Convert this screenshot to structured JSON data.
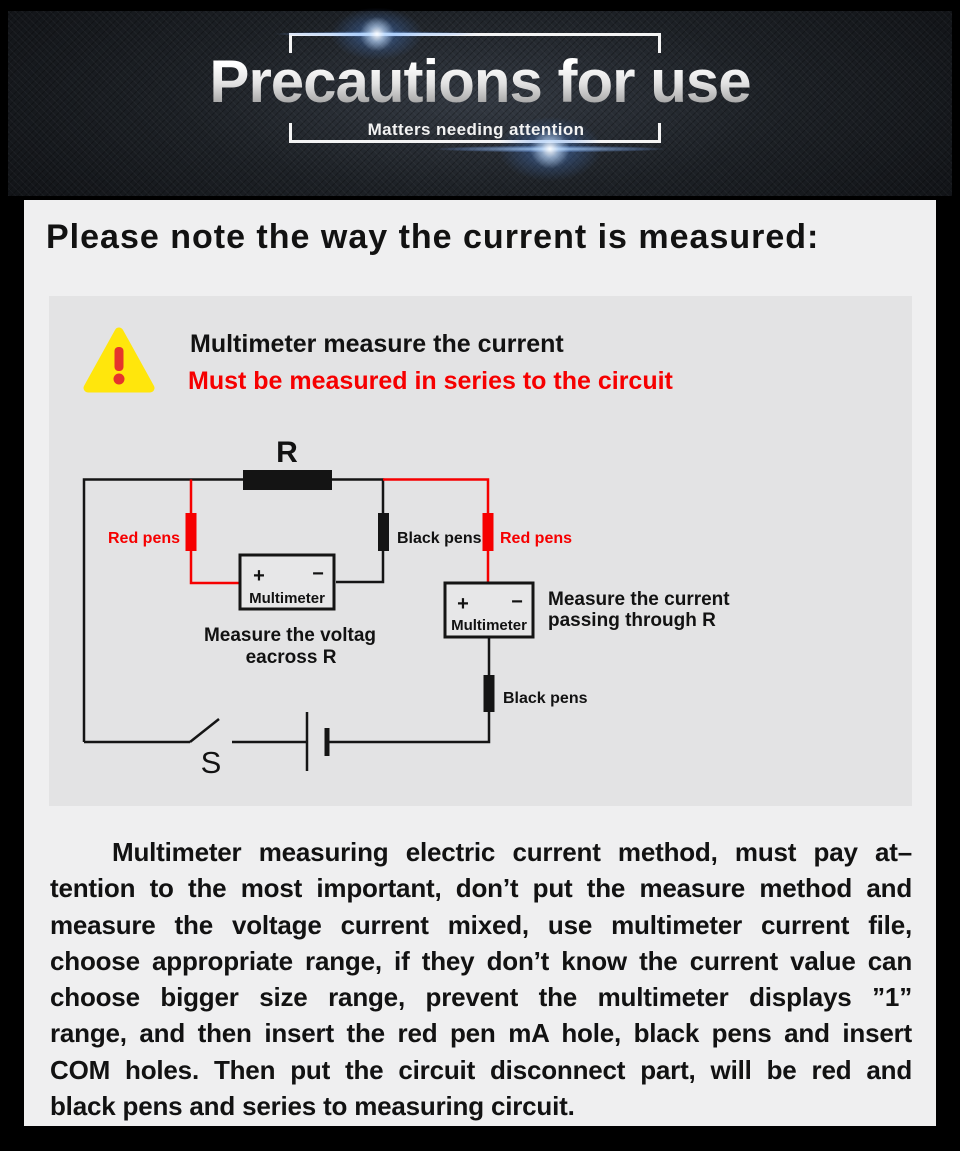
{
  "header": {
    "title": "Precautions for use",
    "subtitle": "Matters needing attention"
  },
  "body": {
    "heading": "Please note the way the current is measured:",
    "warning": {
      "exclamation": "!",
      "line1": "Multimeter measure the current",
      "line2": "Must be measured in series to the circuit"
    },
    "circuit": {
      "resistor_label": "R",
      "switch_label": "S",
      "label_red_pens_left": "Red pens",
      "label_black_pens_top": "Black pens",
      "label_red_pens_right": "Red pens",
      "label_black_pens_bottom": "Black pens",
      "multimeter1": {
        "plus": "+",
        "minus": "−",
        "label": "Multimeter"
      },
      "multimeter2": {
        "plus": "+",
        "minus": "−",
        "label": "Multimeter"
      },
      "voltage_caption_line1": "Measure the voltag",
      "voltage_caption_line2": "eacross R",
      "current_caption_line1": "Measure the current",
      "current_caption_line2": "passing through R"
    },
    "paragraph_lines": [
      "Multimeter measuring electric current method, must pay at–",
      "tention to the most important, don’t put the measure method and",
      "measure the voltage current mixed, use multimeter current file,",
      "choose appropriate range, if they don’t know the current value can",
      "choose bigger size range, prevent the multimeter displays ”1”",
      "range, and then insert the red pen mA hole, black pens and insert",
      "COM holes. Then put the circuit disconnect part, will be red and",
      "black pens and series to measuring circuit."
    ]
  },
  "colors": {
    "page_bg": "#000000",
    "panel_bg": "#efeff0",
    "box_bg": "#e3e3e4",
    "ink": "#121212",
    "wire_black": "#151515",
    "accent_red": "#f60000",
    "warning_yellow": "#ffe60c",
    "warning_exclaim": "#e5342c",
    "silver_hi": "#ffffff",
    "silver_lo": "#8f8f8f"
  }
}
